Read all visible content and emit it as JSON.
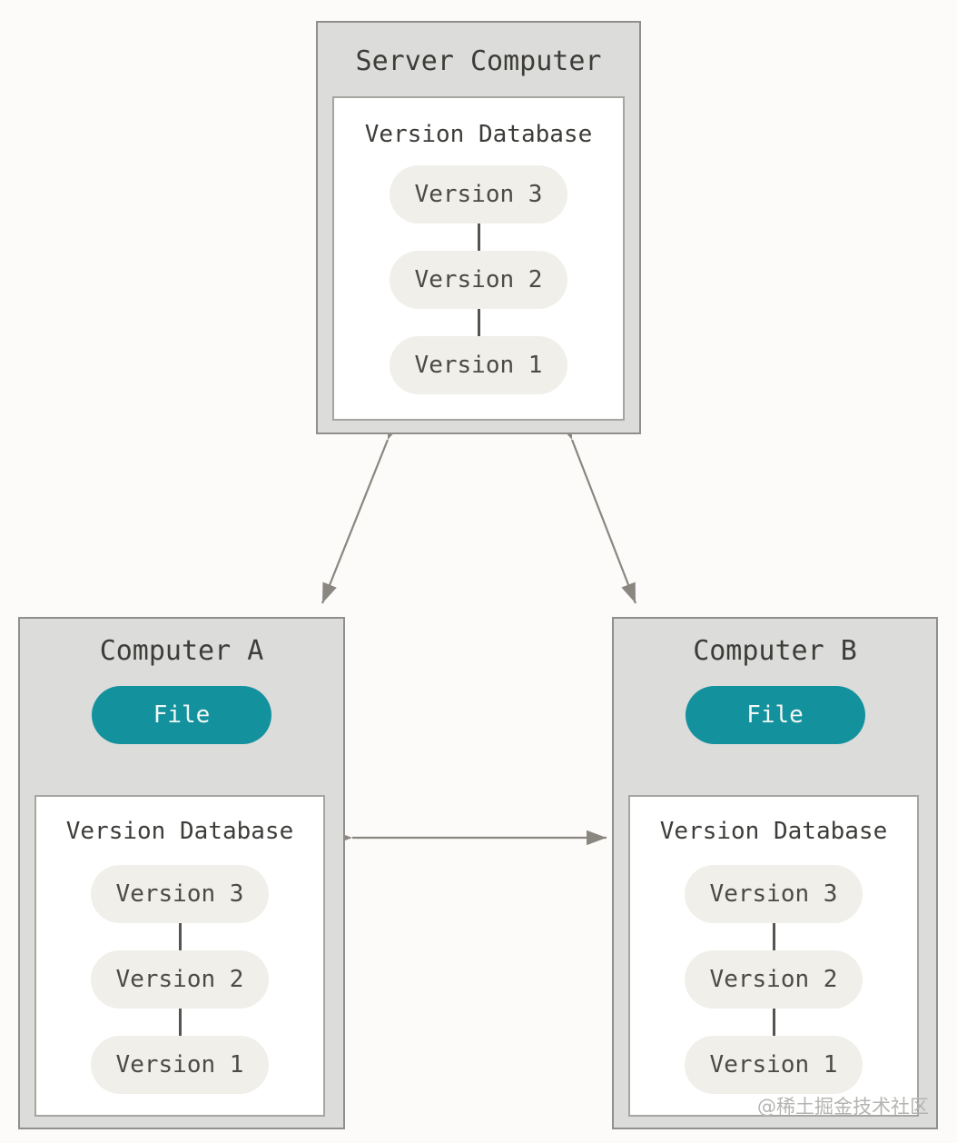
{
  "server": {
    "title": "Server Computer",
    "database": {
      "title": "Version Database",
      "versions": [
        "Version 3",
        "Version 2",
        "Version 1"
      ]
    }
  },
  "computer_a": {
    "title": "Computer A",
    "file_label": "File",
    "database": {
      "title": "Version Database",
      "versions": [
        "Version 3",
        "Version 2",
        "Version 1"
      ]
    }
  },
  "computer_b": {
    "title": "Computer B",
    "file_label": "File",
    "database": {
      "title": "Version Database",
      "versions": [
        "Version 3",
        "Version 2",
        "Version 1"
      ]
    }
  },
  "watermark": "@稀土掘金技术社区",
  "colors": {
    "box_fill": "#dcdcda",
    "box_border": "#8f8f8c",
    "inner_box_fill": "#ffffff",
    "inner_box_border": "#a5a5a2",
    "pill_fill": "#f0efe9",
    "pill_text": "#4b4a47",
    "file_pill_fill": "#13929e",
    "file_pill_text": "#f2f7f6",
    "title_text": "#3d3c39",
    "arrow": "#8a8781",
    "watermark_text": "#b5b4b1",
    "background": "#fcfbf9"
  }
}
